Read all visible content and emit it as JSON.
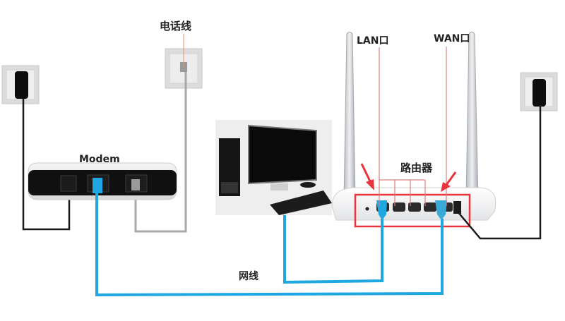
{
  "diagram": {
    "title": "Modem / Router / PC wiring diagram",
    "labels": {
      "phone_line": "电话线",
      "modem": "Modem",
      "lan_port": "LAN口",
      "wan_port": "WAN口",
      "router": "路由器",
      "network_cable": "网线"
    },
    "nodes": [
      {
        "id": "power-outlet-left",
        "label": ""
      },
      {
        "id": "phone-jack",
        "label": "电话线"
      },
      {
        "id": "modem",
        "label": "Modem"
      },
      {
        "id": "computer",
        "label": ""
      },
      {
        "id": "router",
        "label": "路由器"
      },
      {
        "id": "power-outlet-right",
        "label": ""
      }
    ],
    "connections": [
      {
        "from": "power-outlet-left",
        "to": "modem",
        "kind": "power"
      },
      {
        "from": "phone-jack",
        "to": "modem",
        "kind": "phone"
      },
      {
        "from": "modem",
        "to": "router WAN口",
        "kind": "ethernet"
      },
      {
        "from": "computer",
        "to": "router LAN口",
        "kind": "ethernet"
      },
      {
        "from": "power-outlet-right",
        "to": "router",
        "kind": "power"
      }
    ],
    "colors": {
      "ethernet": "#1ea7e1",
      "power": "#1a1a1a",
      "phone": "#a8a8a8",
      "highlight": "#e8343a",
      "annotation": "#d98080"
    }
  }
}
